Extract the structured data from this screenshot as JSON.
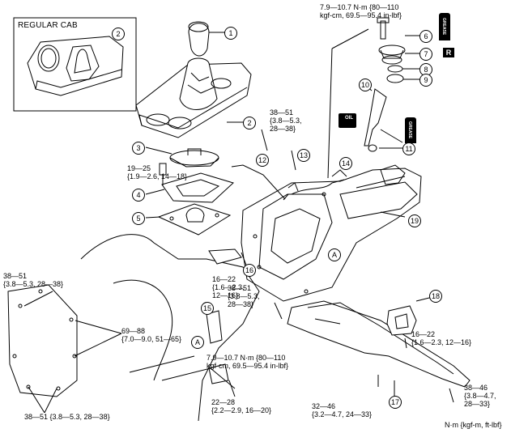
{
  "inset": {
    "title": "REGULAR CAB"
  },
  "callouts": [
    "1",
    "2",
    "2",
    "3",
    "4",
    "5",
    "6",
    "7",
    "8",
    "9",
    "10",
    "11",
    "12",
    "13",
    "14",
    "15",
    "16",
    "17",
    "18",
    "19"
  ],
  "torques": {
    "t_top": [
      "7.9—10.7 N·m {80—110",
      "kgf-cm, 69.5—95.4 in-lbf}"
    ],
    "t_38_51_a": [
      "38—51",
      "{3.8—5.3,",
      "28—38}"
    ],
    "t_19_25": [
      "19—25",
      "{1.9—2.6, 14—18}"
    ],
    "t_38_51_left": [
      "38—51",
      "{3.8—5.3, 28—38}"
    ],
    "t_16_22_a": [
      "16—22",
      "{1.6—2.3,",
      "12—16}"
    ],
    "t_38_51_mid": [
      "38—51",
      "{3.8—5.3,",
      "28—38}"
    ],
    "t_69_88": [
      "69—88",
      "{7.0—9.0, 51—65}"
    ],
    "t_7_9_bottom": [
      "7.9—10.7 N·m {80—110",
      "kgf-cm, 69.5—95.4 in-lbf}"
    ],
    "t_16_22_b": [
      "16—22",
      "{1.6—2.3, 12—16}"
    ],
    "t_22_28": [
      "22—28",
      "{2.2—2.9, 16—20}"
    ],
    "t_32_46": [
      "32—46",
      "{3.2—4.7, 24—33}"
    ],
    "t_38_46": [
      "38—46",
      "{3.8—4.7,",
      "28—33}"
    ],
    "t_38_51_bottom": [
      "38—51 {3.8—5.3, 28—38}"
    ]
  },
  "markers": {
    "a1": "A",
    "a2": "A",
    "r": "R"
  },
  "tins": {
    "grease1": "GREASE",
    "grease2": "GREASE",
    "oil": "OIL"
  },
  "units": "N·m {kgf-m, ft-lbf}"
}
